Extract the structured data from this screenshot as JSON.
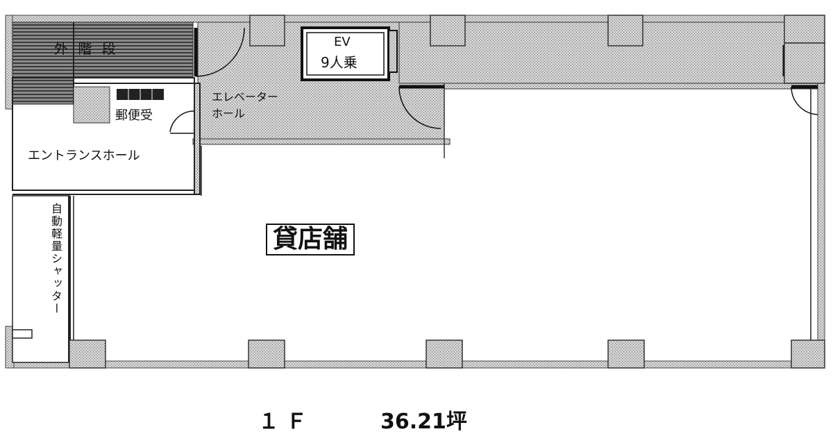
{
  "labels": {
    "outer_stairs": "外 階 段",
    "ev_line1": "EV",
    "ev_line2": "9人乗",
    "mailbox": "郵便受",
    "elevator_hall_line1": "エレベーター",
    "elevator_hall_line2": "ホール",
    "entrance_hall": "エントランスホール",
    "shutter": "自動軽量シャッター",
    "store": "貸店舗"
  },
  "footer": {
    "floor": "１Ｆ",
    "area": "36.21坪"
  }
}
